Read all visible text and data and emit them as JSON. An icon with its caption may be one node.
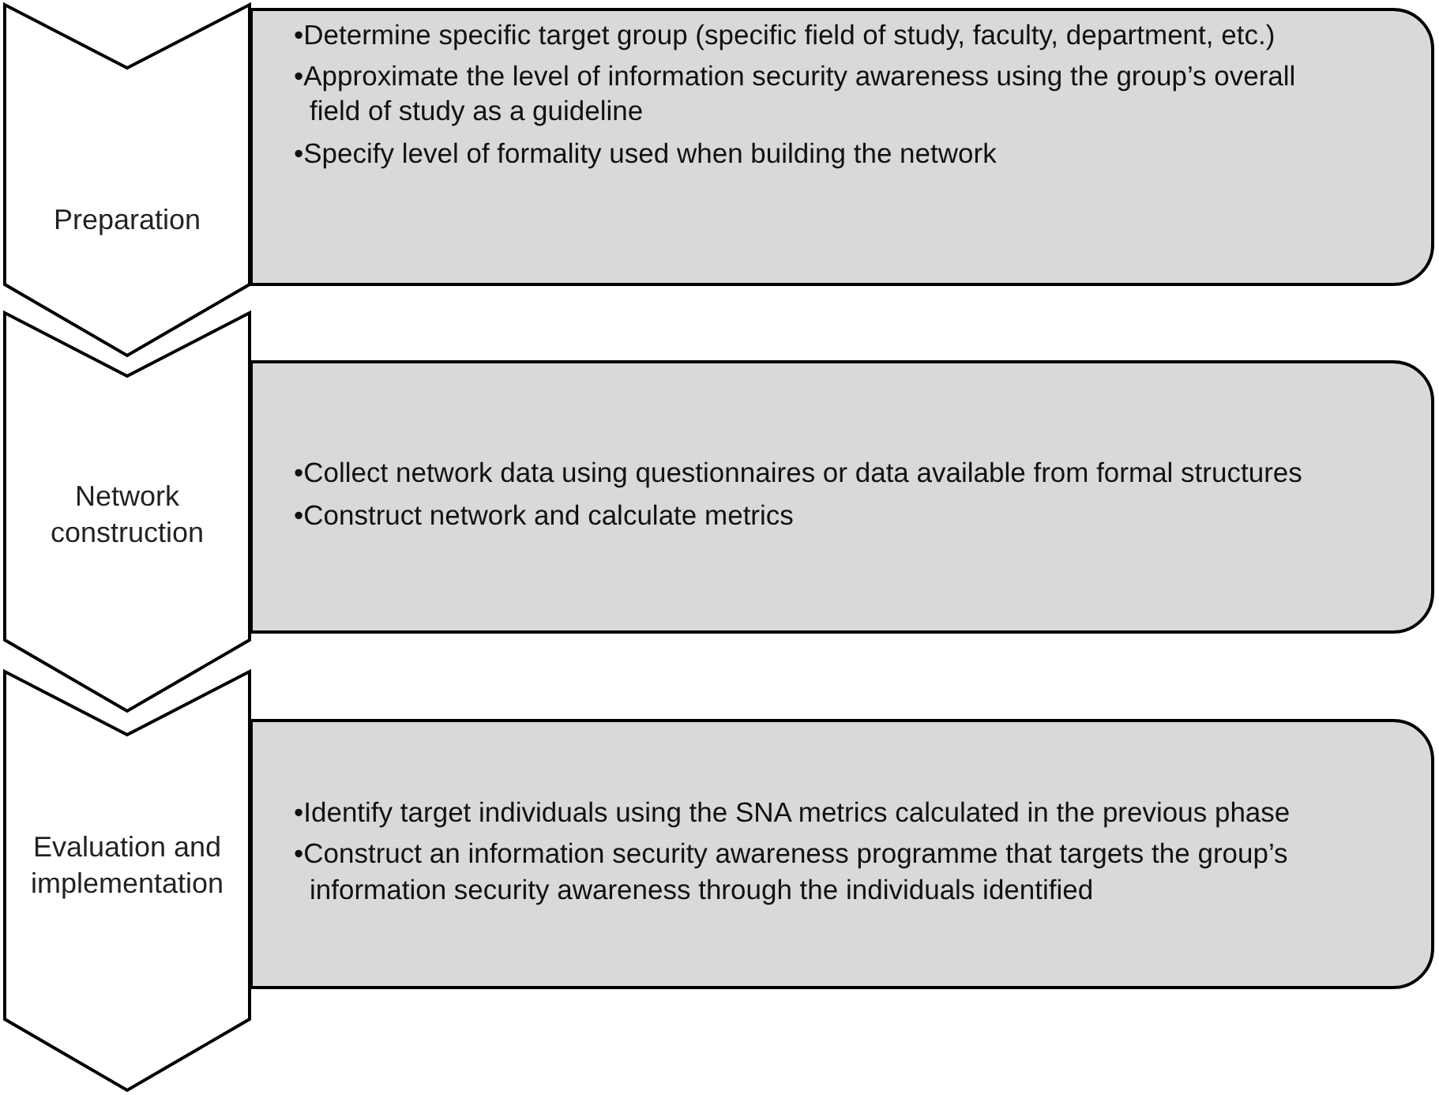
{
  "diagram": {
    "nodes": [
      {
        "text": [
          "Preparation"
        ]
      },
      {
        "text": [
          "•Determine specific target group (specific field of study, faculty, department, etc.)",
          "•Approximate the level of information security awareness using the group’s overall field of study as a guideline",
          "•Specify level of formality used when building the network"
        ]
      },
      {
        "text": [
          "Network construction"
        ]
      },
      {
        "text": [
          "•Collect network data using questionnaires or data available from formal structures",
          "•Construct network and calculate metrics"
        ]
      },
      {
        "text": [
          "Evaluation and implementation"
        ]
      },
      {
        "text": [
          "•Identify target individuals using the SNA metrics calculated in the previous phase",
          "•Construct an information security awareness programme that targets the group’s information security awareness through the individuals identified"
        ]
      }
    ]
  }
}
